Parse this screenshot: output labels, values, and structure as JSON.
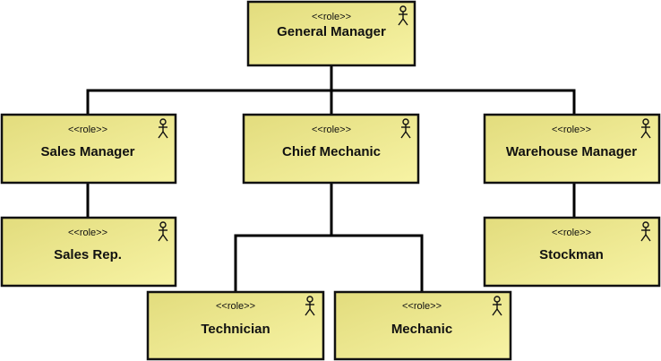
{
  "theme": {
    "box_fill_light": "#f7f3a4",
    "box_fill_dark": "#e2dc7d",
    "box_border": "#111111",
    "connector_color": "#000000"
  },
  "roles": {
    "general_manager": {
      "stereotype": "<<role>>",
      "name": "General Manager",
      "icon": "actor-icon"
    },
    "sales_manager": {
      "stereotype": "<<role>>",
      "name": "Sales Manager",
      "icon": "actor-icon"
    },
    "chief_mechanic": {
      "stereotype": "<<role>>",
      "name": "Chief Mechanic",
      "icon": "actor-icon"
    },
    "warehouse_manager": {
      "stereotype": "<<role>>",
      "name": "Warehouse Manager",
      "icon": "actor-icon"
    },
    "sales_rep": {
      "stereotype": "<<role>>",
      "name": "Sales Rep.",
      "icon": "actor-icon"
    },
    "stockman": {
      "stereotype": "<<role>>",
      "name": "Stockman",
      "icon": "actor-icon"
    },
    "technician": {
      "stereotype": "<<role>>",
      "name": "Technician",
      "icon": "actor-icon"
    },
    "mechanic": {
      "stereotype": "<<role>>",
      "name": "Mechanic",
      "icon": "actor-icon"
    }
  },
  "hierarchy": [
    {
      "parent": "general_manager",
      "children": [
        "sales_manager",
        "chief_mechanic",
        "warehouse_manager"
      ]
    },
    {
      "parent": "sales_manager",
      "children": [
        "sales_rep"
      ]
    },
    {
      "parent": "chief_mechanic",
      "children": [
        "technician",
        "mechanic"
      ]
    },
    {
      "parent": "warehouse_manager",
      "children": [
        "stockman"
      ]
    }
  ]
}
